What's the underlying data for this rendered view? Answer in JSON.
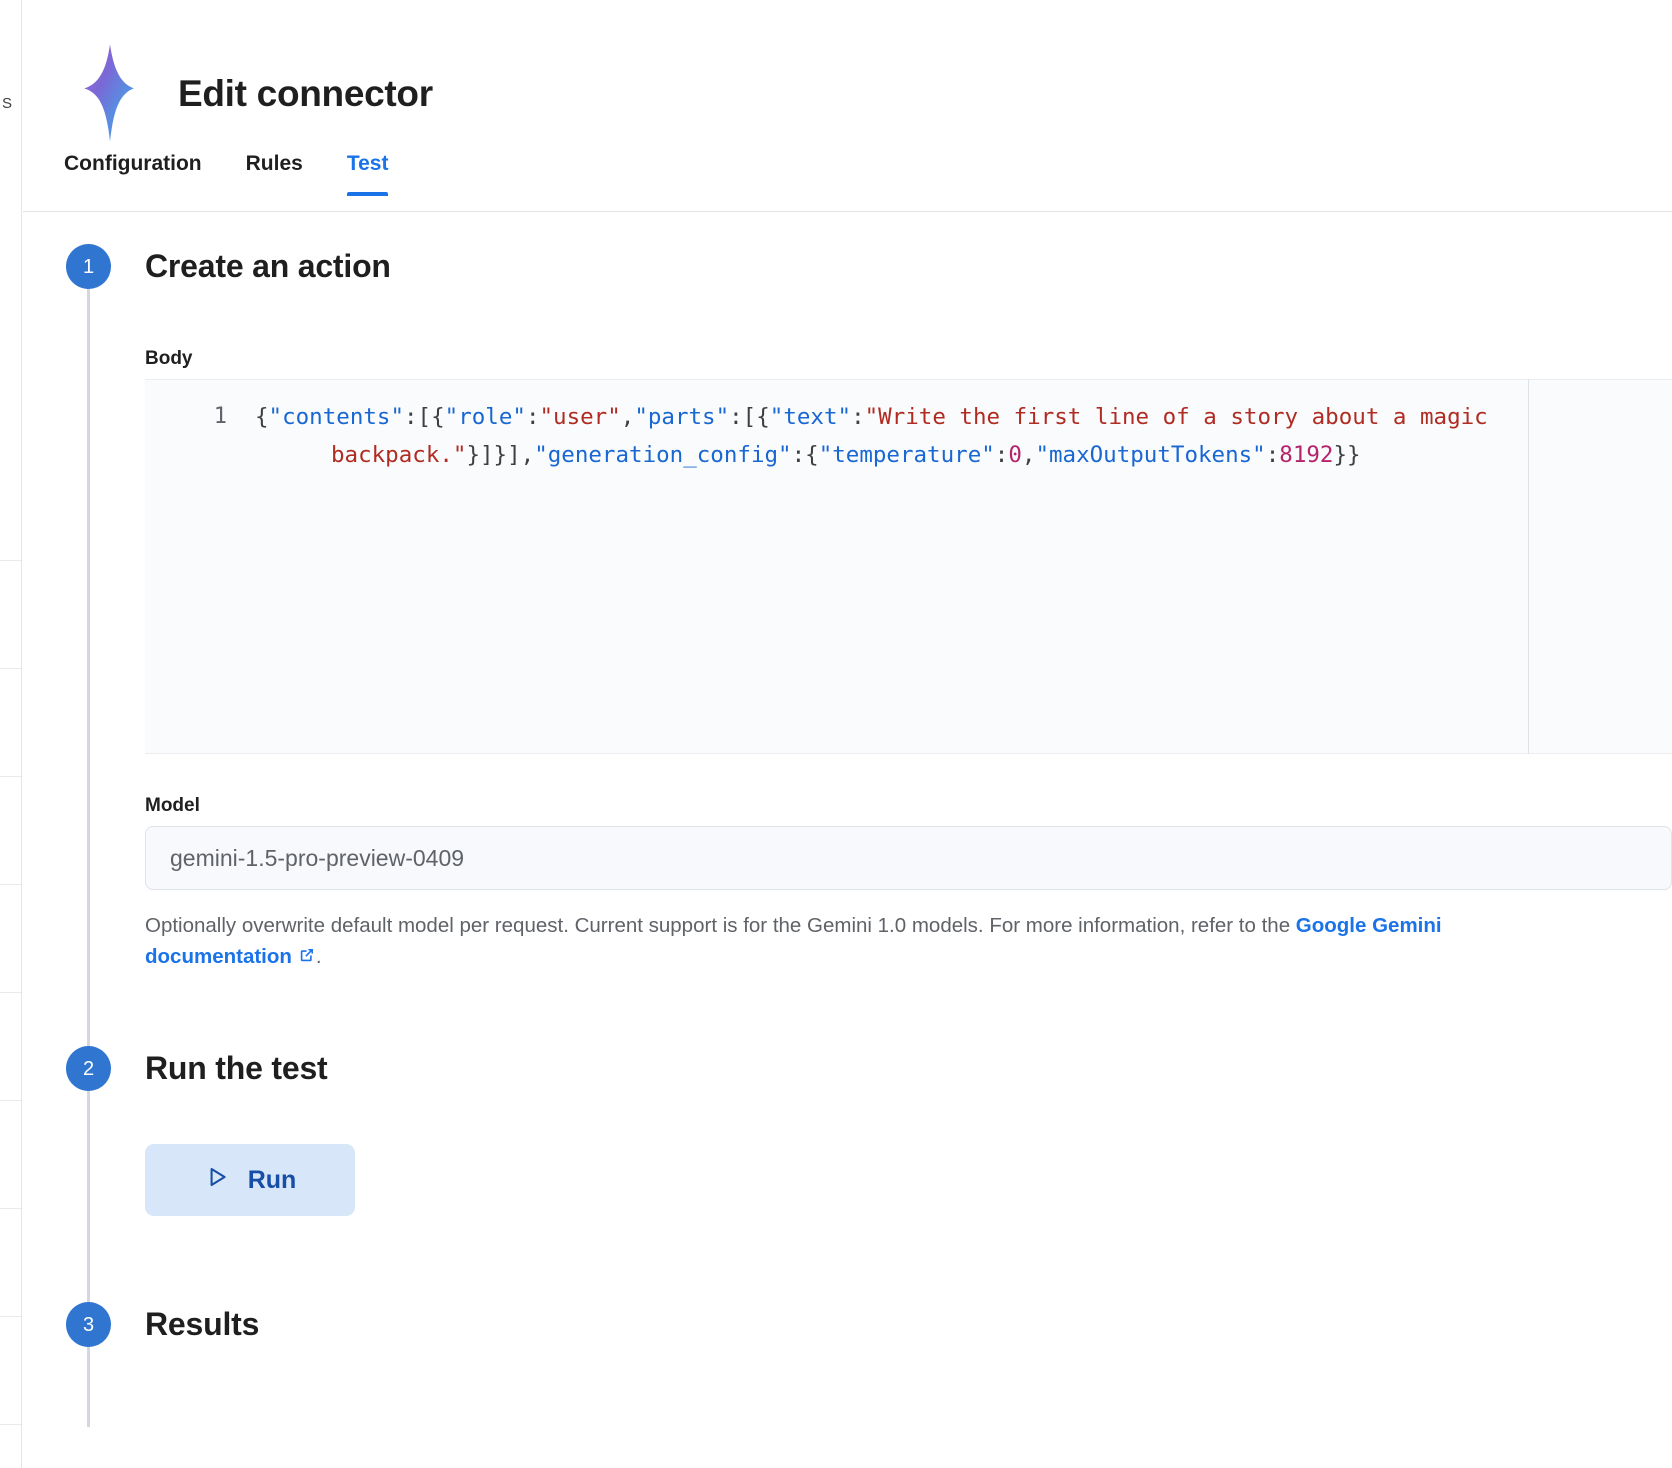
{
  "panel": {
    "title": "Edit connector",
    "logo_icon": "gemini-spark-icon",
    "tabs": [
      {
        "label": "Configuration",
        "active": false
      },
      {
        "label": "Rules",
        "active": false
      },
      {
        "label": "Test",
        "active": true
      }
    ]
  },
  "background_page": {
    "clipped_text": "S"
  },
  "steps": [
    {
      "number": "1",
      "title": "Create an action"
    },
    {
      "number": "2",
      "title": "Run the test"
    },
    {
      "number": "3",
      "title": "Results"
    }
  ],
  "body_field": {
    "label": "Body",
    "line_number": "1",
    "code_tokens": [
      {
        "t": "{",
        "c": "punct"
      },
      {
        "t": "\"contents\"",
        "c": "key"
      },
      {
        "t": ":[{",
        "c": "punct"
      },
      {
        "t": "\"role\"",
        "c": "key"
      },
      {
        "t": ":",
        "c": "punct"
      },
      {
        "t": "\"user\"",
        "c": "str"
      },
      {
        "t": ",",
        "c": "punct"
      },
      {
        "t": "\"parts\"",
        "c": "key"
      },
      {
        "t": ":[{",
        "c": "punct"
      },
      {
        "t": "\"text\"",
        "c": "key"
      },
      {
        "t": ":",
        "c": "punct"
      },
      {
        "t": "\"Write the first line of a story about a magic backpack.\"",
        "c": "str"
      },
      {
        "t": "}]}],",
        "c": "punct"
      },
      {
        "t": "\"generation_config\"",
        "c": "key"
      },
      {
        "t": ":{",
        "c": "punct"
      },
      {
        "t": "\"temperature\"",
        "c": "key"
      },
      {
        "t": ":",
        "c": "punct"
      },
      {
        "t": "0",
        "c": "num"
      },
      {
        "t": ",",
        "c": "punct"
      },
      {
        "t": "\"maxOutputTokens\"",
        "c": "key"
      },
      {
        "t": ":",
        "c": "punct"
      },
      {
        "t": "8192",
        "c": "num"
      },
      {
        "t": "}}",
        "c": "punct"
      }
    ],
    "code_plain": "{\"contents\":[{\"role\":\"user\",\"parts\":[{\"text\":\"Write the first line of a story about a magic backpack.\"}]}],\"generation_config\":{\"temperature\":0,\"maxOutputTokens\":8192}}"
  },
  "model_field": {
    "label": "Model",
    "value": "",
    "placeholder": "gemini-1.5-pro-preview-0409",
    "helper_text_before": "Optionally overwrite default model per request. Current support is for the Gemini 1.0 models. For more information, refer to the ",
    "helper_link_text": "Google Gemini documentation",
    "helper_link_icon": "external-link-icon",
    "helper_text_after": "."
  },
  "run_section": {
    "button_label": "Run",
    "button_icon": "play-triangle-icon"
  },
  "colors": {
    "accent_blue": "#1a73e8",
    "step_badge_blue": "#3076d1",
    "run_button_bg": "#d7e6f8",
    "run_button_text": "#174ea6",
    "code_key": "#1967d2",
    "code_string": "#b02c23",
    "code_number": "#b3246b",
    "editor_bg": "#fafbfd"
  }
}
